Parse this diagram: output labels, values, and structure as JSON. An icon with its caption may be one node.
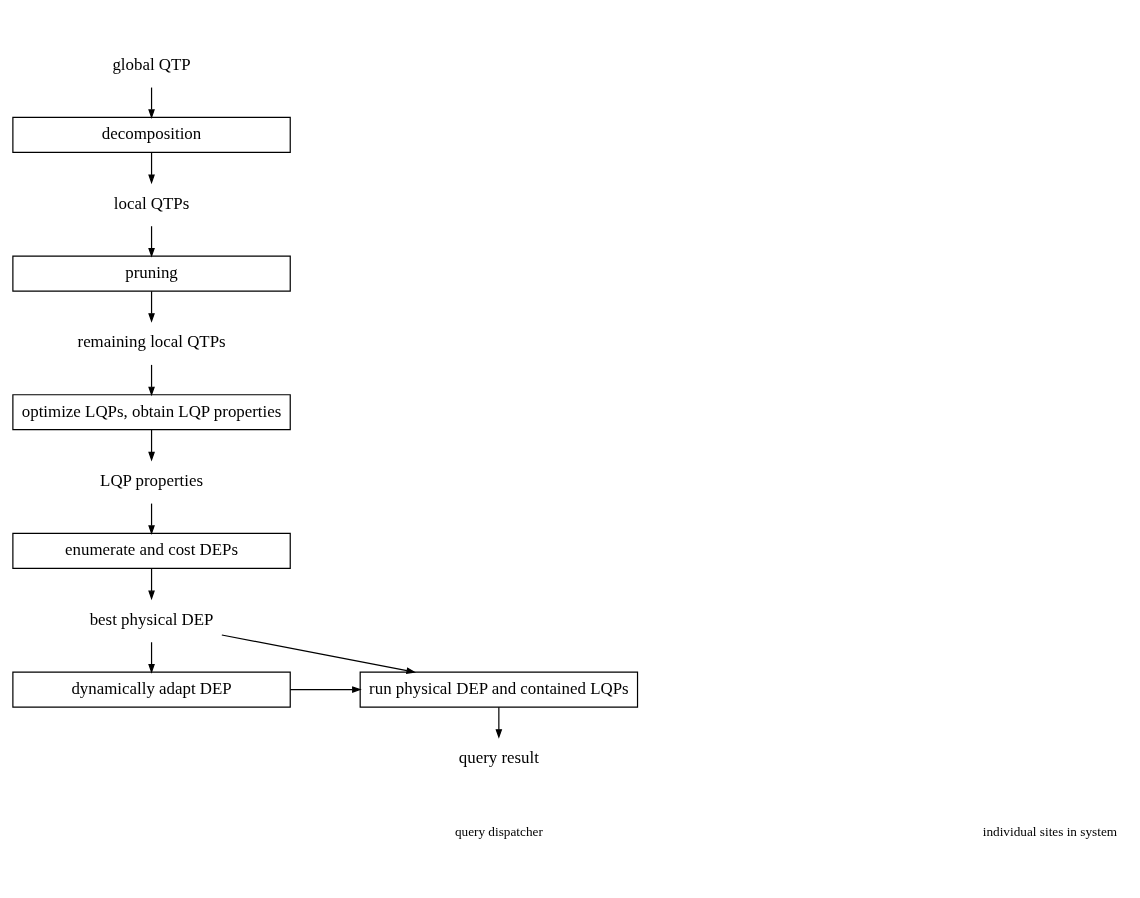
{
  "diagram": {
    "nodes": [
      {
        "text": [
          "global QTP"
        ]
      },
      {
        "text": [
          "decomposition"
        ]
      },
      {
        "text": [
          "local QTPs"
        ]
      },
      {
        "text": [
          "pruning"
        ]
      },
      {
        "text": [
          "remaining local QTPs"
        ]
      },
      {
        "text": [
          "optimize LQPs, obtain LQP properties"
        ]
      },
      {
        "text": [
          "LQP properties"
        ]
      },
      {
        "text": [
          "enumerate and cost DEPs"
        ]
      },
      {
        "text": [
          "best physical DEP"
        ]
      },
      {
        "text": [
          "dynamically adapt DEP"
        ]
      },
      {
        "text": [
          "run physical DEP and contained LQPs"
        ]
      },
      {
        "text": [
          "query result"
        ]
      }
    ],
    "edges": [
      {
        "from": 0,
        "to": 1,
        "arrow": "to"
      },
      {
        "from": 1,
        "to": 2,
        "arrow": "to"
      },
      {
        "from": 2,
        "to": 3,
        "arrow": "to"
      },
      {
        "from": 3,
        "to": 4,
        "arrow": "to"
      },
      {
        "from": 4,
        "to": 5,
        "arrow": "to"
      },
      {
        "from": 5,
        "to": 6,
        "arrow": "to"
      },
      {
        "from": 6,
        "to": 7,
        "arrow": "to"
      },
      {
        "from": 7,
        "to": 8,
        "arrow": "to"
      },
      {
        "from": 8,
        "to": 9,
        "arrow": "to"
      },
      {
        "from": 8,
        "to": 10,
        "arrow": "to"
      },
      {
        "from": 9,
        "to": 10,
        "arrow": "to"
      },
      {
        "from": 10,
        "to": 11,
        "arrow": "to"
      }
    ],
    "labels": [
      "query dispatcher",
      "individual sites in system"
    ]
  }
}
